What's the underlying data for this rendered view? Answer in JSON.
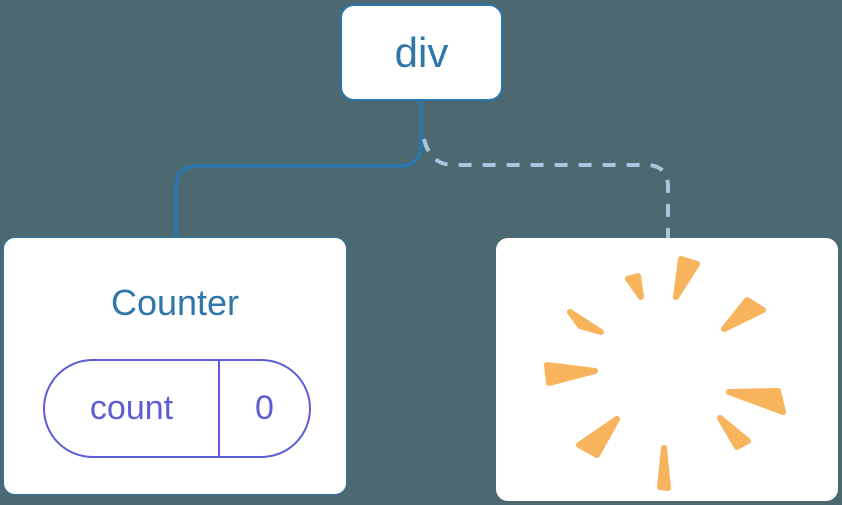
{
  "diagram": {
    "root": {
      "label": "div"
    },
    "counter": {
      "title": "Counter",
      "state": {
        "key": "count",
        "value": "0"
      }
    },
    "removed": {
      "icon": "poof-starburst-icon"
    }
  },
  "colors": {
    "background": "#4C6972",
    "node_border_blue": "#2B76AD",
    "node_text_blue": "#2F77AB",
    "edge_solid": "#2B76AD",
    "edge_dashed": "#A6C6DB",
    "state_accent": "#5E5CD6",
    "poof_orange": "#F8B45C",
    "card_background": "#FFFFFF"
  }
}
